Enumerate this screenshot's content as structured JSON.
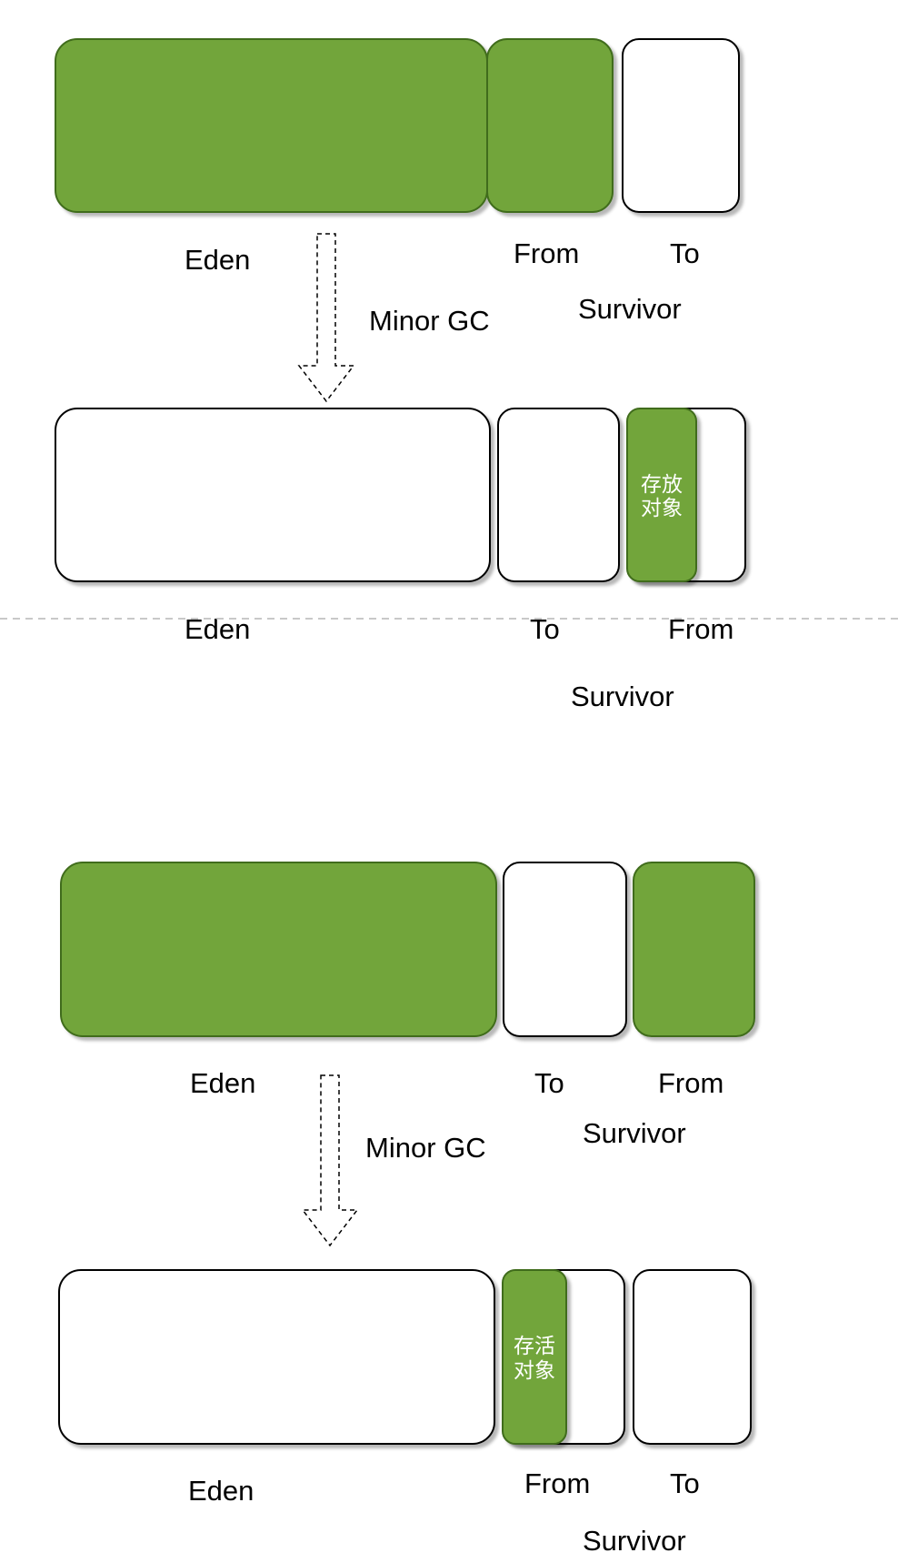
{
  "colors": {
    "filled": "#72a53a",
    "filled_border": "#3f6c1b",
    "outline": "#000000",
    "shadow": "#c7c7c7",
    "divider": "#b5b5b5"
  },
  "panel1": {
    "before": {
      "eden_label": "Eden",
      "left_survivor_label": "From",
      "right_survivor_label": "To",
      "survivor_label": "Survivor",
      "eden_filled": true,
      "left_survivor_filled": true,
      "right_survivor_filled": false
    },
    "arrow_label": "Minor GC",
    "after": {
      "eden_label": "Eden",
      "left_survivor_label": "To",
      "right_survivor_label": "From",
      "survivor_label": "Survivor",
      "object_line1": "存放",
      "object_line2": "对象"
    }
  },
  "panel2": {
    "before": {
      "eden_label": "Eden",
      "left_survivor_label": "To",
      "right_survivor_label": "From",
      "survivor_label": "Survivor",
      "eden_filled": true,
      "left_survivor_filled": false,
      "right_survivor_filled": true
    },
    "arrow_label": "Minor GC",
    "after": {
      "eden_label": "Eden",
      "left_survivor_label": "From",
      "right_survivor_label": "To",
      "survivor_label": "Survivor",
      "object_line1": "存活",
      "object_line2": "对象"
    }
  }
}
